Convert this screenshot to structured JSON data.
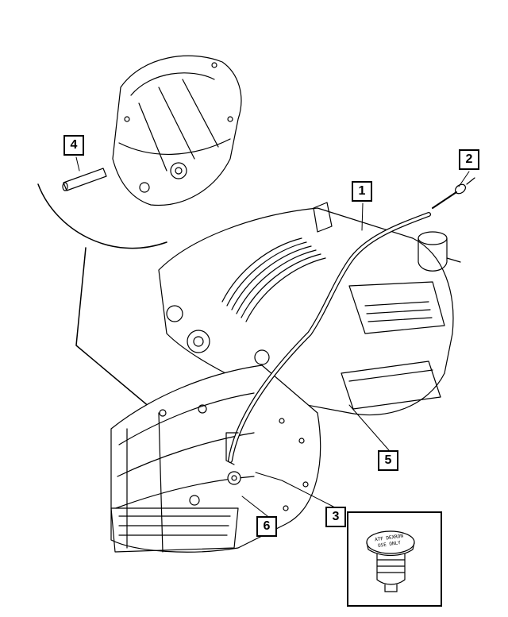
{
  "callouts": {
    "c1": "1",
    "c2": "2",
    "c3": "3",
    "c4": "4",
    "c5": "5",
    "c6": "6"
  },
  "inset": {
    "cap_line1": "ATF DEXRON",
    "cap_line2": "USE ONLY"
  }
}
